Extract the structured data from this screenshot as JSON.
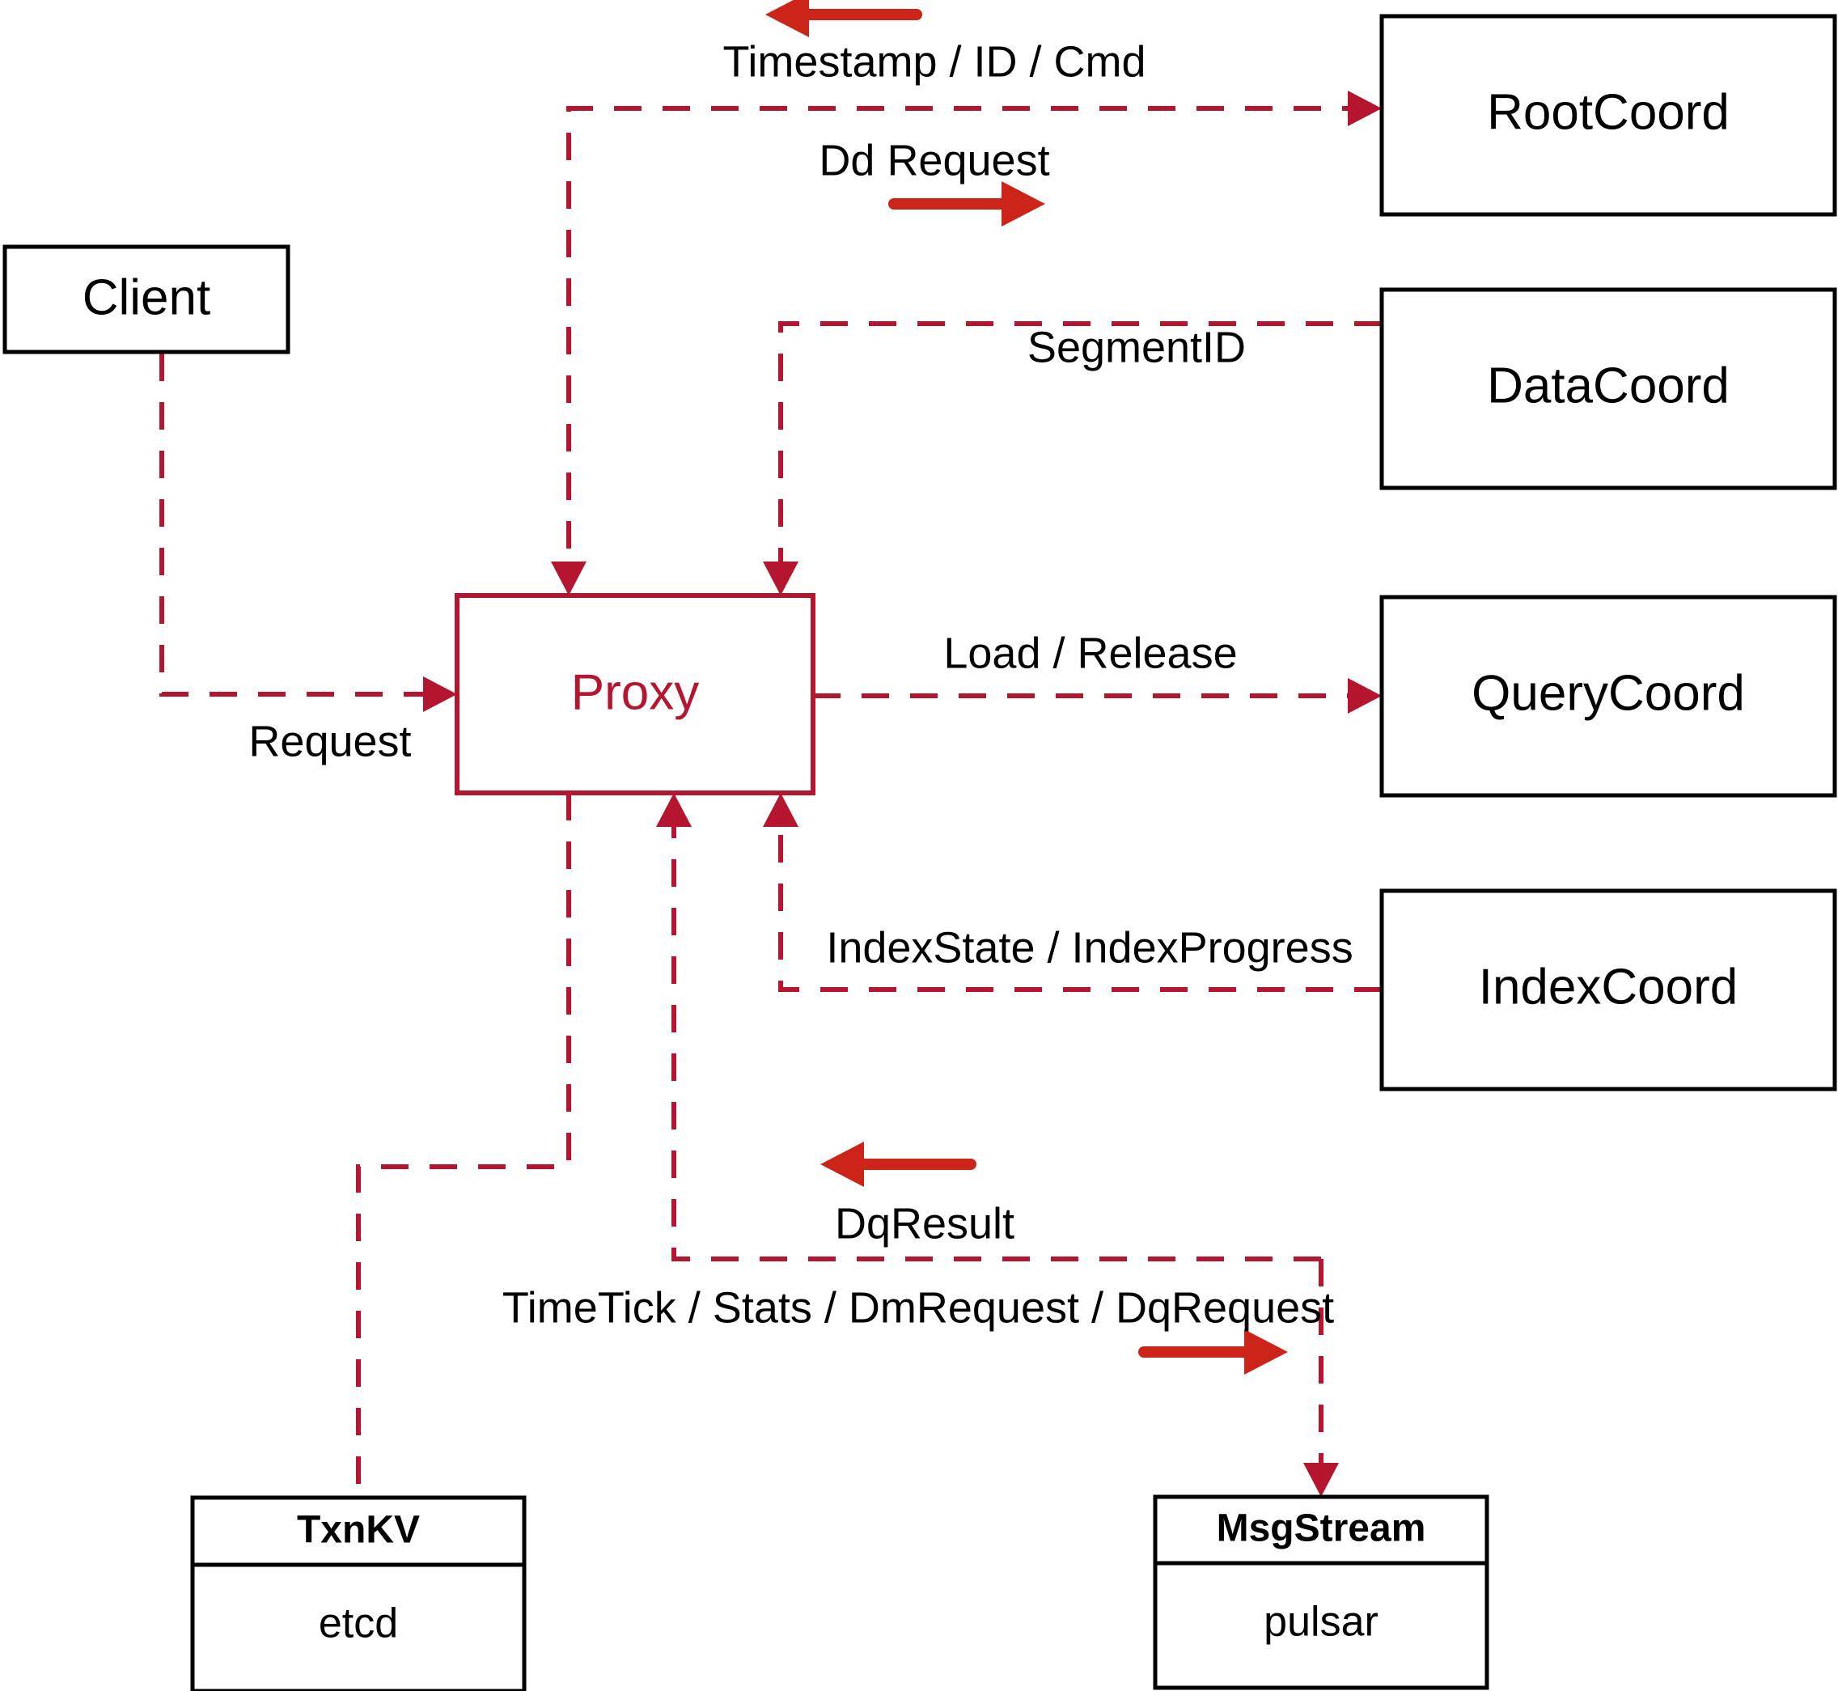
{
  "diagram": {
    "title": "Proxy component interaction diagram",
    "colors": {
      "accent": "#B5152F",
      "arrow": "#CC2418",
      "node_border": "#000000",
      "background": "#ffffff"
    },
    "nodes": {
      "client": {
        "label": "Client"
      },
      "proxy": {
        "label": "Proxy"
      },
      "root_coord": {
        "label": "RootCoord"
      },
      "data_coord": {
        "label": "DataCoord"
      },
      "query_coord": {
        "label": "QueryCoord"
      },
      "index_coord": {
        "label": "IndexCoord"
      },
      "txnkv": {
        "label": "TxnKV",
        "sublabel": "etcd"
      },
      "msgstream": {
        "label": "MsgStream",
        "sublabel": "pulsar"
      }
    },
    "edges": [
      {
        "id": "client-to-proxy",
        "label": "Request",
        "from": "Client",
        "to": "Proxy"
      },
      {
        "id": "rootcoord-to-proxy",
        "label": "Timestamp / ID / Cmd",
        "from": "RootCoord",
        "to": "Proxy"
      },
      {
        "id": "proxy-to-rootcoord",
        "label": "Dd Request",
        "from": "Proxy",
        "to": "RootCoord"
      },
      {
        "id": "datacoord-to-proxy",
        "label": "SegmentID",
        "from": "DataCoord",
        "to": "Proxy"
      },
      {
        "id": "proxy-to-querycoord",
        "label": "Load / Release",
        "from": "Proxy",
        "to": "QueryCoord"
      },
      {
        "id": "indexcoord-to-proxy",
        "label": "IndexState / IndexProgress",
        "from": "IndexCoord",
        "to": "Proxy"
      },
      {
        "id": "msgstream-to-proxy",
        "label": "DqResult",
        "from": "MsgStream",
        "to": "Proxy"
      },
      {
        "id": "proxy-to-msgstream",
        "label": "TimeTick / Stats / DmRequest / DqRequest",
        "from": "Proxy",
        "to": "MsgStream"
      }
    ]
  }
}
